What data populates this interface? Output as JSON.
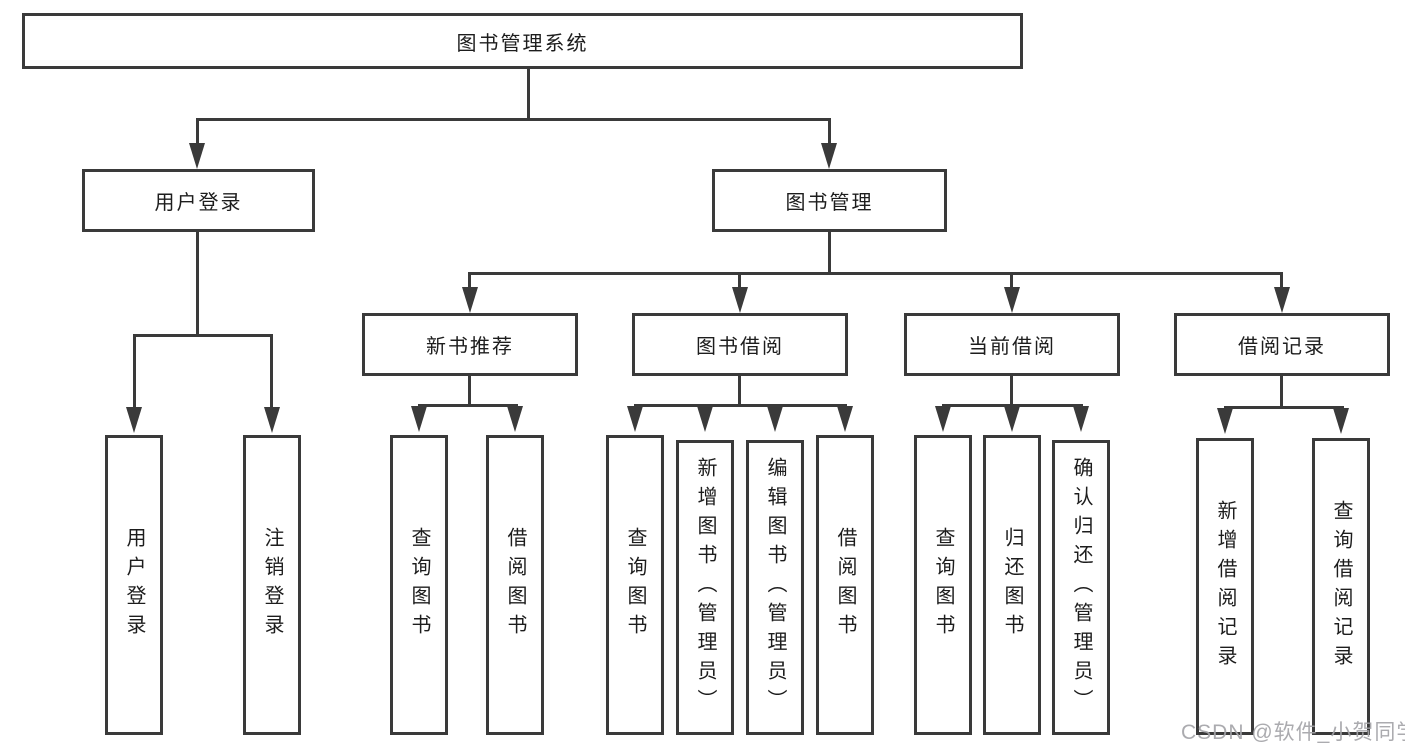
{
  "tree": {
    "label": "图书管理系统",
    "children": [
      {
        "label": "用户登录",
        "children": [
          {
            "label": "用户登录"
          },
          {
            "label": "注销登录"
          }
        ]
      },
      {
        "label": "图书管理",
        "children": [
          {
            "label": "新书推荐",
            "children": [
              {
                "label": "查询图书"
              },
              {
                "label": "借阅图书"
              }
            ]
          },
          {
            "label": "图书借阅",
            "children": [
              {
                "label": "查询图书"
              },
              {
                "label": "新增图书（管理员）"
              },
              {
                "label": "编辑图书（管理员）"
              },
              {
                "label": "借阅图书"
              }
            ]
          },
          {
            "label": "当前借阅",
            "children": [
              {
                "label": "查询图书"
              },
              {
                "label": "归还图书"
              },
              {
                "label": "确认归还（管理员）"
              }
            ]
          },
          {
            "label": "借阅记录",
            "children": [
              {
                "label": "新增借阅记录"
              },
              {
                "label": "查询借阅记录"
              }
            ]
          }
        ]
      }
    ]
  },
  "watermark": {
    "text": "CSDN @软件_小贺同学"
  },
  "colors": {
    "line": "#3a3a3a",
    "box_border": "#3a3a3a",
    "text": "#1d1d1d",
    "background": "#ffffff",
    "watermark": "#a4a4a8"
  }
}
